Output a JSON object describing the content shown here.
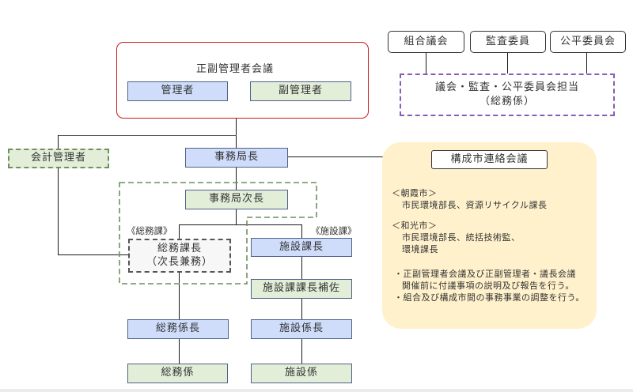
{
  "council": {
    "title": "正副管理者会議",
    "manager": "管理者",
    "vice_manager": "副管理者"
  },
  "committees": {
    "items": [
      "組合議会",
      "監査委員",
      "公平委員会"
    ],
    "handler_line1": "議会・監査・公平委員会担当",
    "handler_line2": "（総務係）"
  },
  "accounting_manager": "会計管理者",
  "secretariat": {
    "director": "事務局長",
    "deputy_director": "事務局次長"
  },
  "general_affairs": {
    "section_label": "《総務課》",
    "chief_line1": "総務課長",
    "chief_line2": "（次長兼務）",
    "unit_chief": "総務係長",
    "unit": "総務係"
  },
  "facilities": {
    "section_label": "《施設課》",
    "chief": "施設課長",
    "assistant_chief": "施設課課長補佐",
    "unit_chief": "施設係長",
    "unit": "施設係"
  },
  "liaison": {
    "title": "構成市連絡会議",
    "city1_name": "＜朝霞市＞",
    "city1_members": "市民環境部長、資源リサイクル課長",
    "city2_name": "＜和光市＞",
    "city2_members_line1": "市民環境部長、統括技術監、",
    "city2_members_line2": "環境課長",
    "duty1_line1": "・正副管理者会議及び正副管理者・議長会議",
    "duty1_line2": "開催前に付議事項の説明及び報告を行う。",
    "duty2": "・組合及び構成市間の事務事業の調整を行う。"
  },
  "colors": {
    "blue_fill": "#cfddfb",
    "green_fill": "#e3eed9",
    "red_frame": "#cc1a1a",
    "purple_dash": "#8a5bb8",
    "yellow_fill": "#fff1cc"
  }
}
